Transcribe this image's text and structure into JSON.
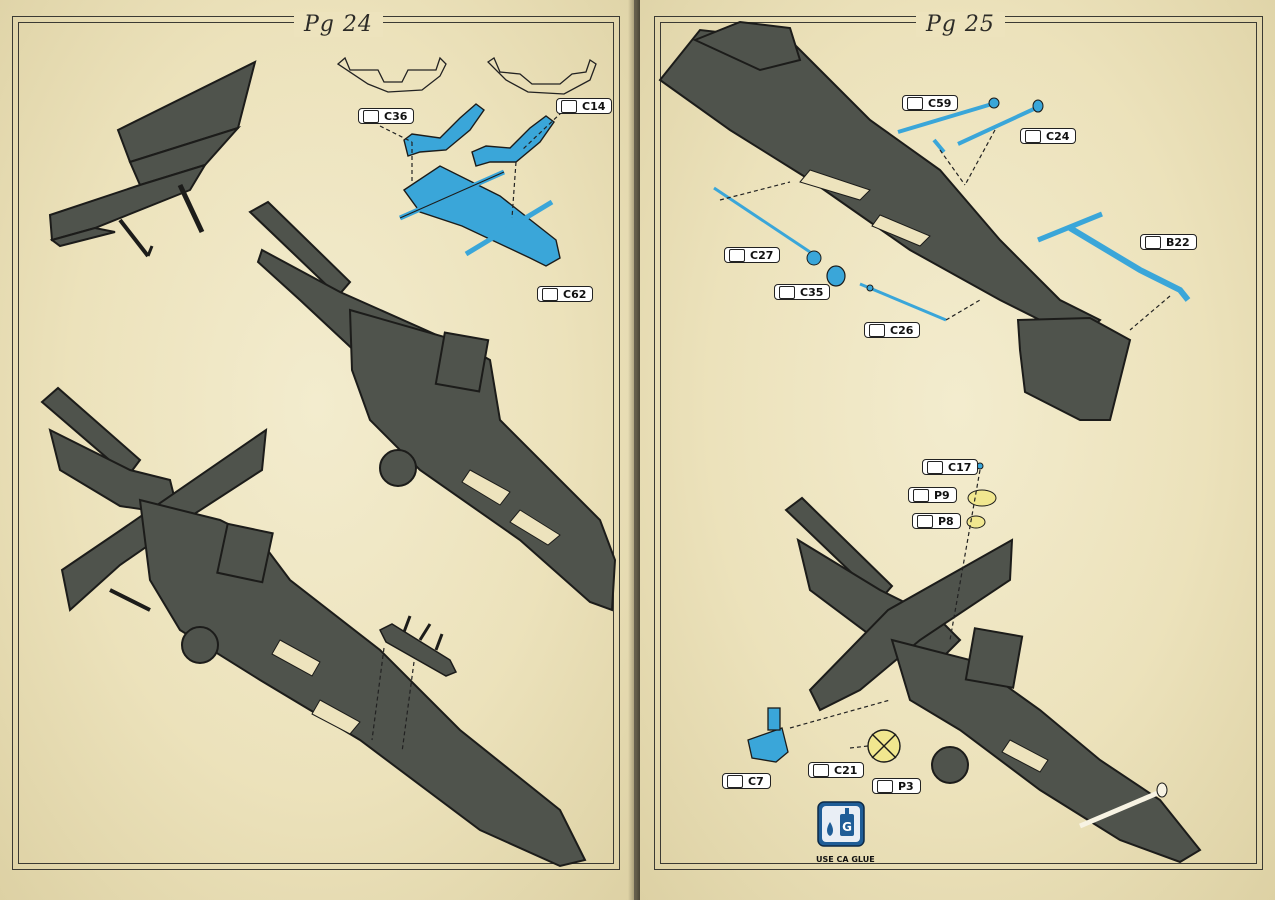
{
  "pages": {
    "left": {
      "number": "Pg 24"
    },
    "right": {
      "number": "Pg 25"
    }
  },
  "parts_left": {
    "c36": "C36",
    "c14": "C14",
    "c62": "C62"
  },
  "parts_right": {
    "c59": "C59",
    "c24": "C24",
    "c27": "C27",
    "c35": "C35",
    "c26": "C26",
    "b22": "B22",
    "c17": "C17",
    "p9": "P9",
    "p8": "P8",
    "c7": "C7",
    "c21": "C21",
    "p3": "P3"
  },
  "glue": {
    "text": "USE CA GLUE",
    "letter": "G"
  },
  "colors": {
    "paper": "#ede3bd",
    "model_gray": "#4f534c",
    "new_part_blue": "#3aa6d9",
    "outline": "#1c1c1a",
    "pale_yellow": "#f1e78f"
  },
  "icons": [
    "ca-glue-bottle-icon"
  ]
}
